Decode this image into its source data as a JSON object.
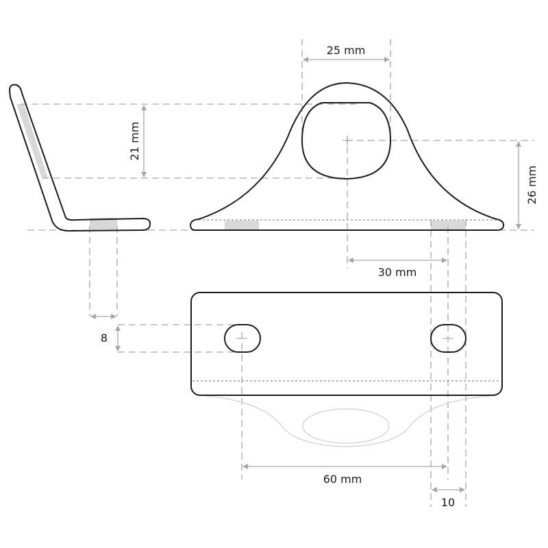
{
  "dimensions": {
    "hole_width": "25 mm",
    "side_height": "21 mm",
    "hole_center_height": "26 mm",
    "hole_to_slot": "30 mm",
    "thickness": "8",
    "slot_spacing": "60 mm",
    "slot_width": "10"
  },
  "colors": {
    "outline": "#1a1a1a",
    "dimension": "#a6a6a6",
    "shade": "#d8d8d8"
  }
}
